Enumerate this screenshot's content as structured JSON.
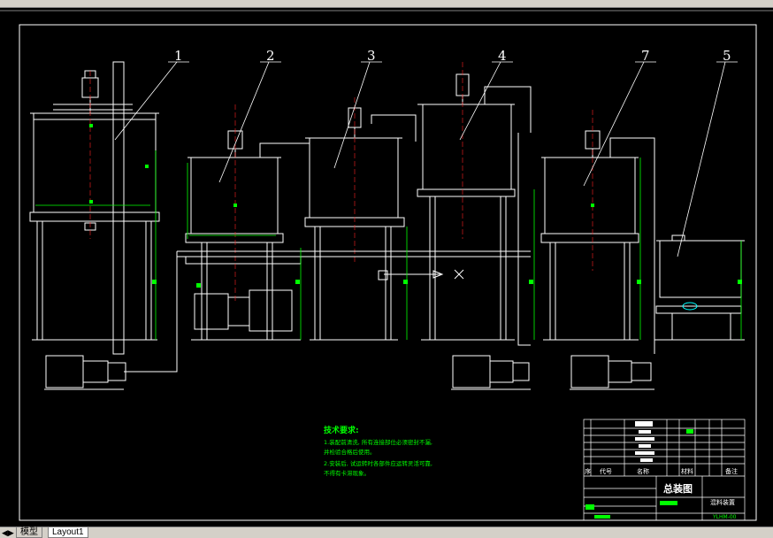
{
  "title_block": {
    "drawing_name": "总装图",
    "device_name": "混料装置",
    "drawing_number": "YLHM-00",
    "col_code": "代号",
    "col_name": "名称",
    "col_material": "材料",
    "col_remark": "备注",
    "col_index": "序"
  },
  "leaders": [
    "1",
    "2",
    "3",
    "4",
    "7",
    "5"
  ],
  "tech_notes": {
    "heading": "技术要求:",
    "lines": [
      "1.装配前清洗, 所有连接部位必须密封不漏,",
      "并检验合格后使用。",
      "2.安装后, 试运转时各部件应运转灵活可靠,",
      "不得有卡滞现象。"
    ]
  },
  "tabs": {
    "model": "模型",
    "layout1": "Layout1"
  },
  "colors": {
    "frame": "#ffffff",
    "leader": "#ffffff",
    "dimension": "#00ff00",
    "centerline": "#ff2020",
    "tech_text": "#00ff00",
    "background": "#000000"
  }
}
